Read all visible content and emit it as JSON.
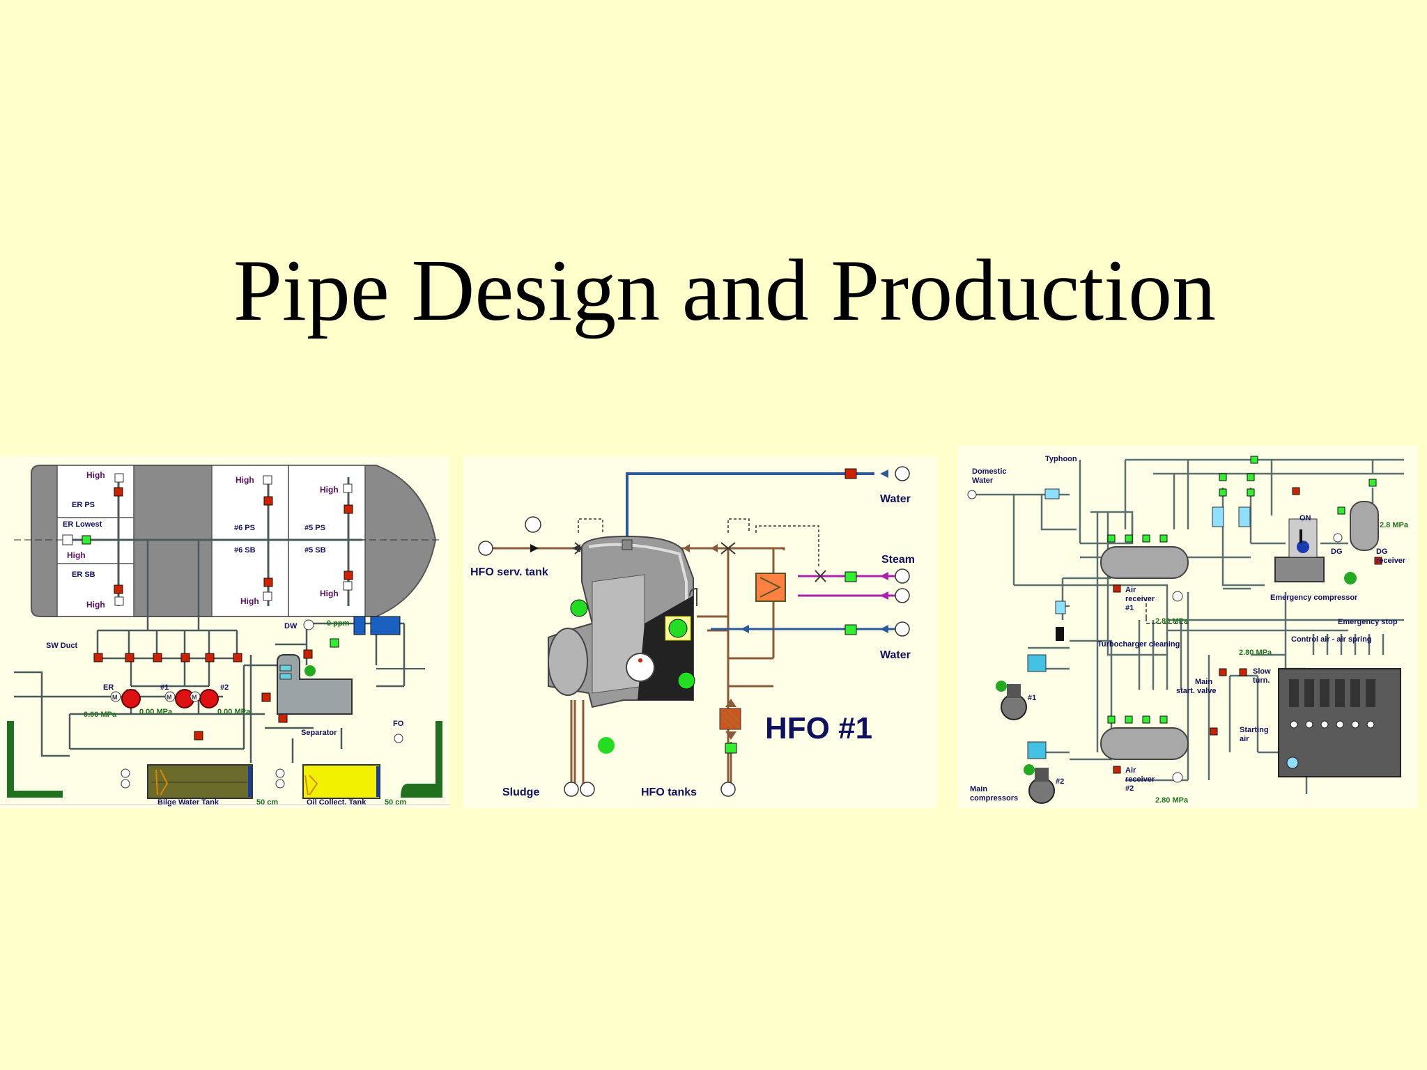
{
  "slide": {
    "title": "Pipe Design and Production"
  },
  "bilge_panel": {
    "labels": {
      "high_1": "High",
      "high_2": "High",
      "high_3": "High",
      "high_4": "High",
      "high_5": "High",
      "high_6": "High",
      "high_7": "High",
      "er_ps": "ER PS",
      "er_lowest": "ER Lowest",
      "er_sb": "ER SB",
      "ps6": "#6 PS",
      "sb6": "#6 SB",
      "ps5": "#5 PS",
      "sb5": "#5 SB",
      "sw_duct": "SW Duct",
      "dw": "DW",
      "ppm": "0 ppm",
      "er_pump": "ER",
      "pump1": "#1",
      "pump2": "#2",
      "mpa_1": "0.00 MPa",
      "mpa_2": "0.00 MPa",
      "mpa_3": "0.00 MPa",
      "separator": "Separator",
      "fo": "FO",
      "bilge_tank": "Bilge Water Tank",
      "bilge_level": "50 cm",
      "oil_tank": "Oil Collect. Tank",
      "oil_level": "50 cm",
      "motor": "M"
    }
  },
  "hfo_panel": {
    "labels": {
      "water_top": "Water",
      "steam": "Steam",
      "water_mid": "Water",
      "hfo_serv_tank": "HFO serv. tank",
      "sludge": "Sludge",
      "hfo_tanks": "HFO tanks",
      "title": "HFO #1"
    }
  },
  "air_panel": {
    "labels": {
      "domestic": "Domestic",
      "water": "Water",
      "typhoon": "Typhoon",
      "on": "ON",
      "mpa_dg": "2.8 MPa",
      "dg": "DG",
      "dg_receiver_1": "DG",
      "dg_receiver_2": "receiver",
      "air_receiver1_a": "Air",
      "air_receiver1_b": "receiver",
      "air_receiver1_c": "#1",
      "mpa_280_a": "2.80 MPa",
      "emergency_compressor": "Emergency compressor",
      "emergency_stop": "Emergency stop",
      "control_air": "Control air - air spring",
      "turbo_cleaning": "Turbocharger cleaning",
      "mpa_280_b": "2.80 MPa",
      "slow_turn_1": "Slow",
      "slow_turn_2": "turn.",
      "main_start_1": "Main",
      "main_start_2": "start. valve",
      "starting_air_1": "Starting",
      "starting_air_2": "air",
      "comp1": "#1",
      "comp2": "#2",
      "air_receiver2_a": "Air",
      "air_receiver2_b": "receiver",
      "air_receiver2_c": "#2",
      "mpa_280_c": "2.80 MPa",
      "main_compressors_1": "Main",
      "main_compressors_2": "compressors"
    }
  },
  "colors": {
    "background": "#ffffcc",
    "panel_bg": "#ffffe8",
    "hull": "#8a8a8a",
    "pipe": "#4a5a5a",
    "pipe_blue": "#2a5a9a",
    "valve_red": "#cc2200",
    "valve_green": "#33ee33",
    "label_navy": "#101060",
    "label_purple": "#5a1060",
    "tank_olive": "#6b6b2a",
    "tank_yellow": "#f0f000",
    "green_well": "#207020",
    "pressure_green": "#207020"
  }
}
